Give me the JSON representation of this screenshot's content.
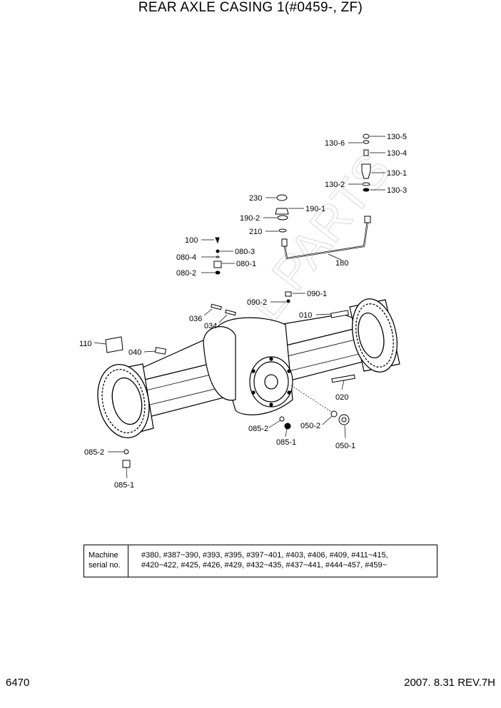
{
  "title": "REAR AXLE CASING 1(#0459-, ZF)",
  "watermark": "ALL PARTS",
  "parts": {
    "p130_5": "130-5",
    "p130_6": "130-6",
    "p130_4": "130-4",
    "p130_1": "130-1",
    "p130_2": "130-2",
    "p130_3": "130-3",
    "p230": "230",
    "p190_1": "190-1",
    "p190_2": "190-2",
    "p210": "210",
    "p180": "180",
    "p100": "100",
    "p080_3": "080-3",
    "p080_4": "080-4",
    "p080_1": "080-1",
    "p080_2": "080-2",
    "p090_1": "090-1",
    "p090_2": "090-2",
    "p036": "036",
    "p034": "034",
    "p010": "010",
    "p110": "110",
    "p040": "040",
    "p020": "020",
    "p085_2a": "085-2",
    "p085_1a": "085-1",
    "p050_2": "050-2",
    "p050_1": "050-1",
    "p085_2b": "085-2",
    "p085_1b": "085-1"
  },
  "serial_table": {
    "header_line1": "Machine",
    "header_line2": "serial no.",
    "line1": "#380, #387~390, #393, #395, #397~401, #403, #406, #409, #411~415,",
    "line2": "#420~422, #425, #426, #429, #432~435, #437~441, #444~457, #459~"
  },
  "footer": {
    "page": "6470",
    "revision": "2007. 8.31  REV.7H"
  }
}
